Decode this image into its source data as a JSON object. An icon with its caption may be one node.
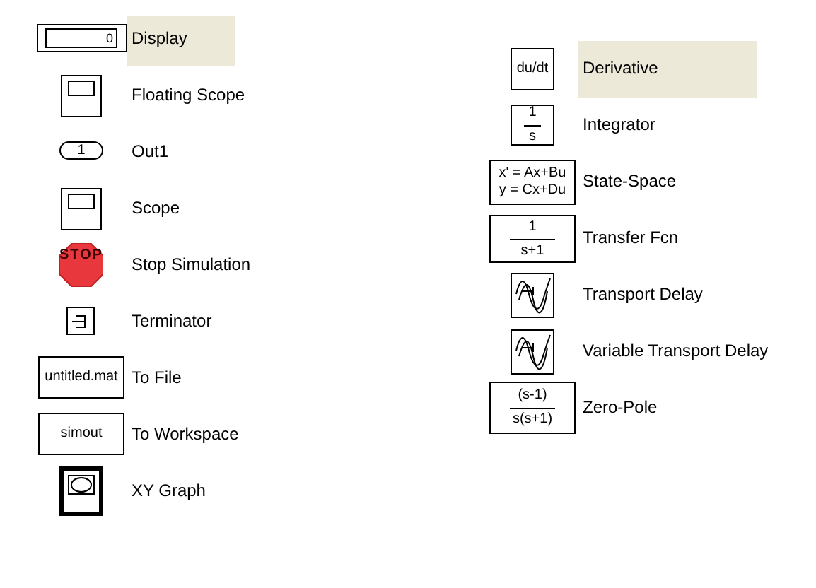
{
  "diagram": {
    "nodes": [
      {
        "text": [
          "0"
        ],
        "beside": [
          "Display"
        ]
      },
      {
        "text": [],
        "shape": "box",
        "beside": [
          "Floating Scope"
        ]
      },
      {
        "text": [
          "1"
        ],
        "beside": [
          "Out1"
        ]
      },
      {
        "text": [],
        "shape": "box",
        "beside": [
          "Scope"
        ]
      },
      {
        "text": [
          "STOP"
        ],
        "beside": [
          "Stop Simulation"
        ]
      },
      {
        "text": [],
        "shape": "box",
        "beside": [
          "Terminator"
        ]
      },
      {
        "text": [
          "untitled.mat"
        ],
        "beside": [
          "To File"
        ]
      },
      {
        "text": [
          "simout"
        ],
        "beside": [
          "To Workspace"
        ]
      },
      {
        "text": [],
        "shape": "box",
        "beside": [
          "XY Graph"
        ]
      },
      {
        "text": [
          "du/dt"
        ],
        "beside": [
          "Derivative"
        ]
      },
      {
        "text": [
          "1",
          "s"
        ],
        "beside": [
          "Integrator"
        ]
      },
      {
        "text": [
          "x' = Ax+Bu",
          "y = Cx+Du"
        ],
        "beside": [
          "State-Space"
        ]
      },
      {
        "text": [
          "1",
          "s+1"
        ],
        "beside": [
          "Transfer Fcn"
        ]
      },
      {
        "text": [],
        "shape": "box",
        "beside": [
          "Transport Delay"
        ]
      },
      {
        "text": [],
        "shape": "box",
        "beside": [
          "Variable Transport Delay"
        ]
      },
      {
        "text": [
          "(s-1)",
          "s(s+1)"
        ],
        "beside": [
          "Zero-Pole"
        ]
      }
    ]
  }
}
